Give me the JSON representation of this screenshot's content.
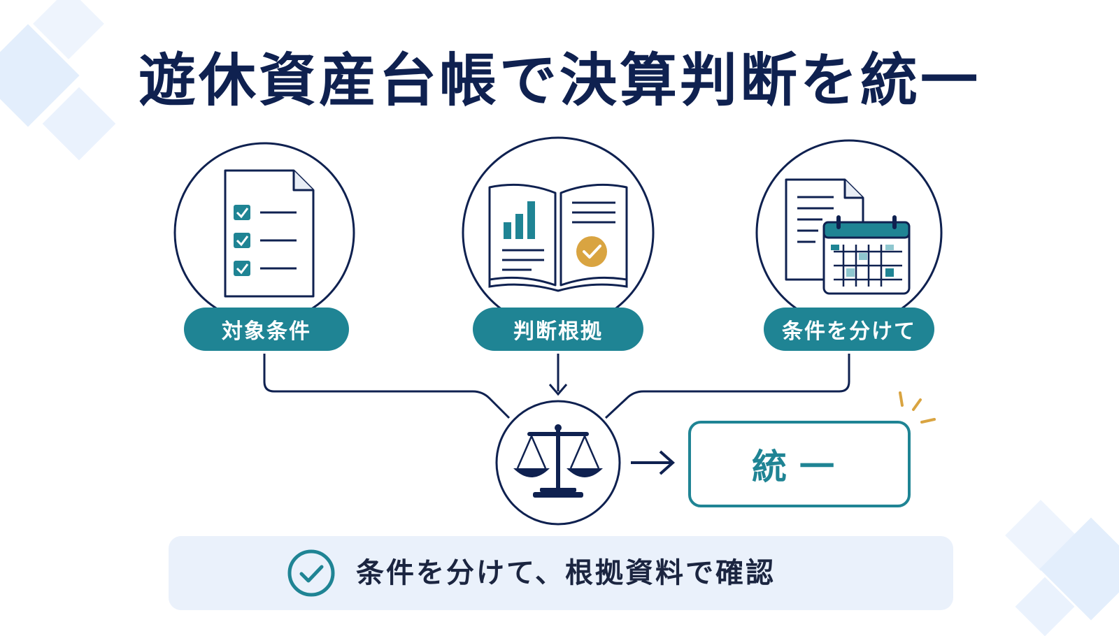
{
  "title": "遊休資産台帳で決算判断を統一",
  "steps": [
    {
      "label": "対象条件",
      "icon": "checklist-document-icon"
    },
    {
      "label": "判断根拠",
      "icon": "open-book-chart-icon"
    },
    {
      "label": "条件を分けて",
      "icon": "document-calendar-icon"
    }
  ],
  "center_icon": "balance-scale-icon",
  "result": {
    "label": "統一"
  },
  "footer": {
    "text": "条件を分けて、根拠資料で確認",
    "icon": "check-circle-icon"
  },
  "colors": {
    "navy": "#0f2150",
    "teal": "#1f8494",
    "gold": "#d9a441",
    "banner_bg": "#eaf1fb",
    "deco": "#e3eefc"
  }
}
